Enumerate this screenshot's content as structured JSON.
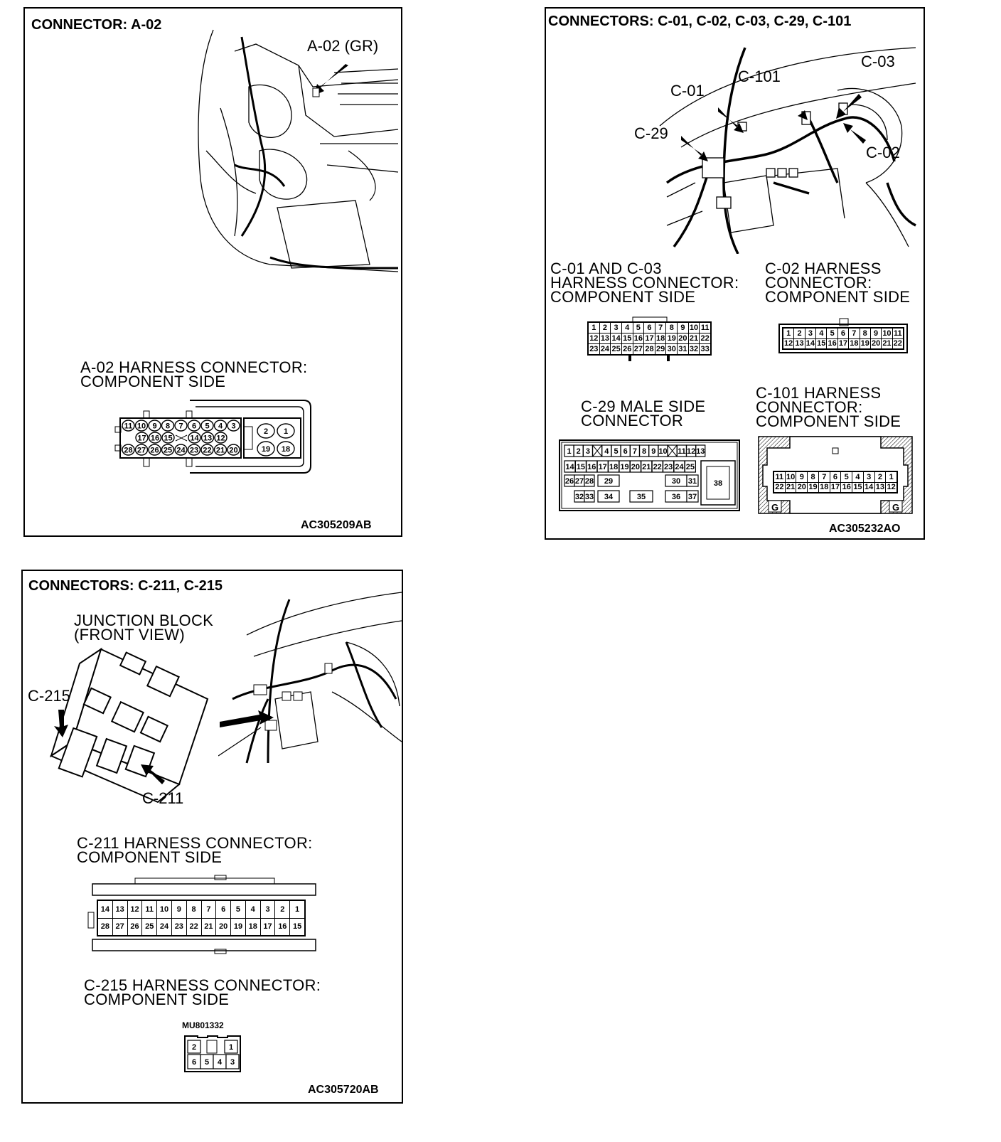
{
  "panel_a02": {
    "title": "CONNECTOR: A-02",
    "callout": "A-02 (GR)",
    "view_label": "A-02 HARNESS CONNECTOR:\nCOMPONENT SIDE",
    "pins_row1": [
      "11",
      "10",
      "9",
      "8",
      "7",
      "6",
      "5",
      "4",
      "3"
    ],
    "pins_row2": [
      "17",
      "16",
      "15",
      "14",
      "13",
      "12"
    ],
    "pins_row3": [
      "28",
      "27",
      "26",
      "25",
      "24",
      "23",
      "22",
      "21",
      "20"
    ],
    "pins_right": [
      "2",
      "1",
      "19",
      "18"
    ],
    "code": "AC305209AB"
  },
  "panel_c01": {
    "title": "CONNECTORS: C-01, C-02, C-03, C-29, C-101",
    "callouts": [
      "C-01",
      "C-101",
      "C-03",
      "C-29",
      "C-02"
    ],
    "label_c01_c03": "C-01 AND C-03\nHARNESS CONNECTOR:\nCOMPONENT SIDE",
    "label_c02": "C-02 HARNESS\nCONNECTOR:\nCOMPONENT SIDE",
    "label_c29": "C-29 MALE SIDE\nCONNECTOR",
    "label_c101": "C-101 HARNESS\nCONNECTOR:\nCOMPONENT SIDE",
    "c01_pins": [
      "1",
      "2",
      "3",
      "4",
      "5",
      "6",
      "7",
      "8",
      "9",
      "10",
      "11",
      "12",
      "13",
      "14",
      "15",
      "16",
      "17",
      "18",
      "19",
      "20",
      "21",
      "22",
      "23",
      "24",
      "25",
      "26",
      "27",
      "28",
      "29",
      "30",
      "31",
      "32",
      "33"
    ],
    "c02_pins": [
      "1",
      "2",
      "3",
      "4",
      "5",
      "6",
      "7",
      "8",
      "9",
      "10",
      "11",
      "12",
      "13",
      "14",
      "15",
      "16",
      "17",
      "18",
      "19",
      "20",
      "21",
      "22"
    ],
    "c29_row1": [
      "1",
      "2",
      "3",
      "",
      "4",
      "5",
      "6",
      "7",
      "8",
      "9",
      "10",
      "",
      "11",
      "12",
      "13"
    ],
    "c29_row2": [
      "14",
      "15",
      "16",
      "17",
      "18",
      "19",
      "20",
      "21",
      "22",
      "23",
      "24",
      "25"
    ],
    "c29_misc": [
      "26",
      "27",
      "28",
      "29",
      "30",
      "31",
      "32",
      "33",
      "34",
      "35",
      "36",
      "37",
      "38"
    ],
    "c101_row1": [
      "11",
      "10",
      "9",
      "8",
      "7",
      "6",
      "5",
      "4",
      "3",
      "2",
      "1"
    ],
    "c101_row2": [
      "22",
      "21",
      "20",
      "19",
      "18",
      "17",
      "16",
      "15",
      "14",
      "13",
      "12"
    ],
    "c101_g": "G",
    "code": "AC305232AO"
  },
  "panel_c211": {
    "title": "CONNECTORS: C-211, C-215",
    "junction_label": "JUNCTION BLOCK\n(FRONT VIEW)",
    "callout_215": "C-215",
    "callout_211": "C-211",
    "label_211": "C-211 HARNESS CONNECTOR:\nCOMPONENT SIDE",
    "c211_row1": [
      "14",
      "13",
      "12",
      "11",
      "10",
      "9",
      "8",
      "7",
      "6",
      "5",
      "4",
      "3",
      "2",
      "1"
    ],
    "c211_row2": [
      "28",
      "27",
      "26",
      "25",
      "24",
      "23",
      "22",
      "21",
      "20",
      "19",
      "18",
      "17",
      "16",
      "15"
    ],
    "label_215": "C-215 HARNESS CONNECTOR:\nCOMPONENT SIDE",
    "part_no": "MU801332",
    "c215_top": [
      "2",
      "",
      "1"
    ],
    "c215_bottom": [
      "6",
      "5",
      "4",
      "3"
    ],
    "code": "AC305720AB"
  }
}
